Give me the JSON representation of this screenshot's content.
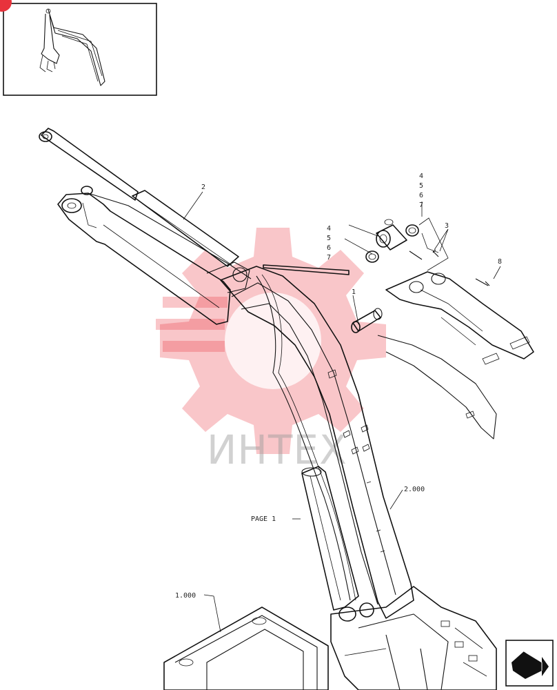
{
  "callouts": {
    "c2": "2",
    "c4a": "4",
    "c5a": "5",
    "c6a": "6",
    "c7a": "7",
    "c3": "3",
    "c4b": "4",
    "c5b": "5",
    "c6b": "6",
    "c7b": "7",
    "c1": "1",
    "c8": "8",
    "c2000": "2.000",
    "page1": "PAGE 1",
    "c1000": "1.000"
  },
  "watermark": {
    "text": "ИНТЕХ",
    "color": "#e8323c"
  },
  "nav": {
    "icon": "next-page-arrow-icon"
  }
}
